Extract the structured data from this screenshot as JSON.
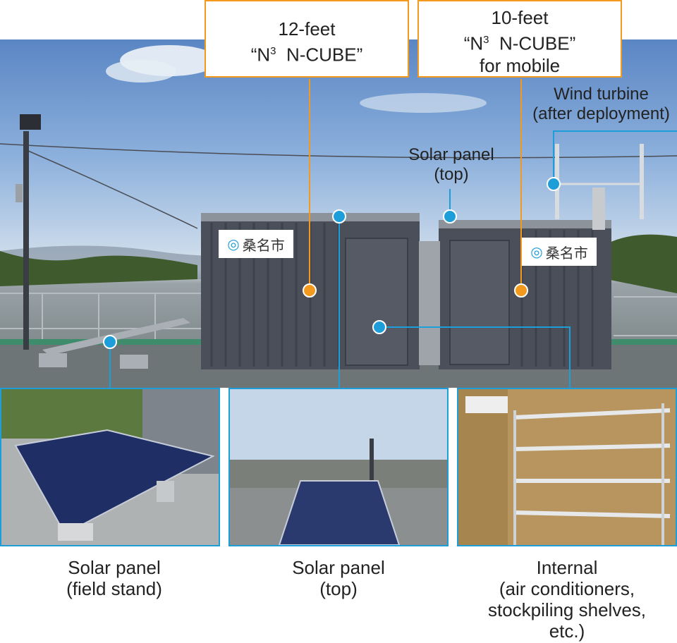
{
  "callouts": {
    "twelve_feet": {
      "line1": "12-feet",
      "line2_pre": "“N",
      "line2_sup": "3",
      "line2_post": "  N-CUBE”"
    },
    "ten_feet": {
      "line1": "10-feet",
      "line2_pre": "“N",
      "line2_sup": "3",
      "line2_post": "  N-CUBE”",
      "line3": "for mobile"
    }
  },
  "labels": {
    "wind_turbine": [
      "Wind turbine",
      "(after deployment)"
    ],
    "solar_top": [
      "Solar panel",
      "(top)"
    ]
  },
  "signage": {
    "city_logo_text": "桑名市"
  },
  "captions": {
    "field_stand": [
      "Solar panel",
      "(field stand)"
    ],
    "top": [
      "Solar panel",
      "(top)"
    ],
    "internal": [
      "Internal",
      "(air conditioners,",
      "stockpiling shelves,",
      "etc.)"
    ]
  },
  "colors": {
    "orange": "#f39a1e",
    "blue": "#1e9ed8",
    "container": "#4a4f59"
  }
}
